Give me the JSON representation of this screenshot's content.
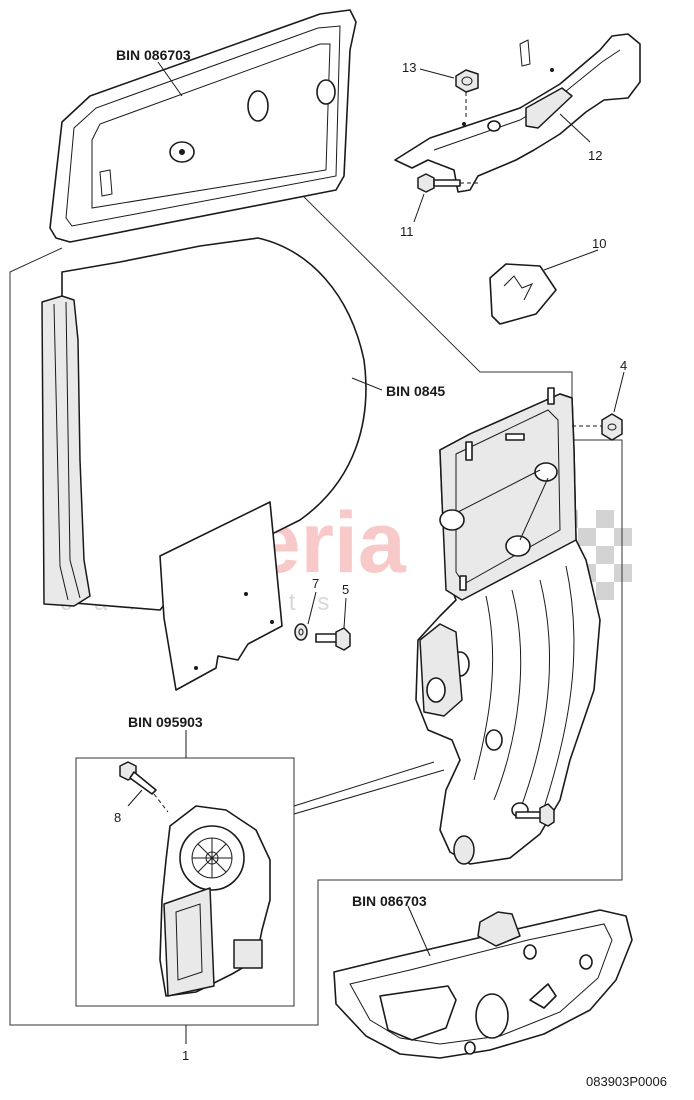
{
  "watermark": {
    "main": "scuderia",
    "sub": "car parts"
  },
  "labels": {
    "bin_top_panel": "BIN 086703",
    "bin_glass": "BIN 0845",
    "bin_motor": "BIN 095903",
    "bin_bottom_panel": "BIN 086703",
    "p1": "1",
    "p4": "4",
    "p5": "5",
    "p7": "7",
    "p8": "8",
    "p10": "10",
    "p11": "11",
    "p12": "12",
    "p13": "13"
  },
  "reference_code": "083903P0006"
}
